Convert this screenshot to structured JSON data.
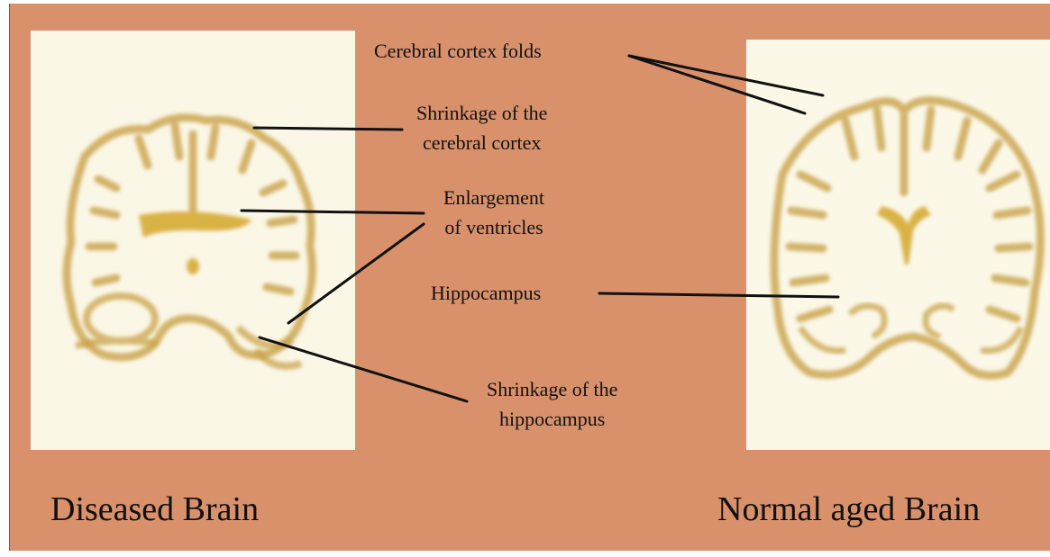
{
  "labels": {
    "cortex_folds": "Cerebral cortex folds",
    "shrinkage_cortex_line1": "Shrinkage of the",
    "shrinkage_cortex_line2": "cerebral cortex",
    "ventricles_line1": "Enlargement",
    "ventricles_line2": "of ventricles",
    "hippocampus": "Hippocampus",
    "shrinkage_hippo_line1": "Shrinkage of the",
    "shrinkage_hippo_line2": "hippocampus"
  },
  "captions": {
    "diseased": "Diseased Brain",
    "normal": "Normal aged Brain"
  },
  "colors": {
    "background": "#d9916c",
    "photo": "#fbf7e6",
    "tissue_outline": "#c9a24a",
    "ventricle": "#d4a62a",
    "leader_line": "#111111"
  }
}
